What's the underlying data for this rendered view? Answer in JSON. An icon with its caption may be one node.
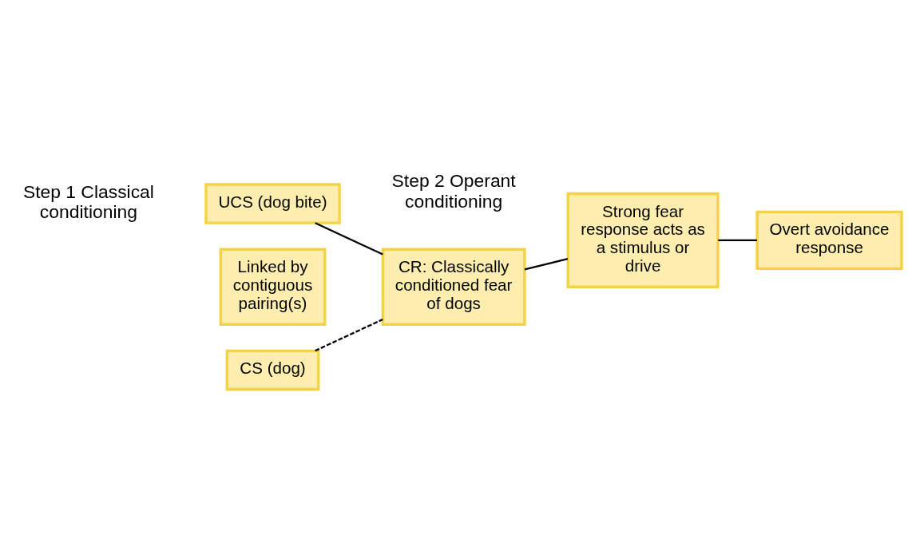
{
  "diagram": {
    "nodes": [
      {
        "text": [
          "UCS (dog bite)"
        ]
      },
      {
        "text": [
          "Linked by contiguous pairing(s)"
        ]
      },
      {
        "text": [
          "CS (dog)"
        ]
      },
      {
        "text": [
          "CR: Classically conditioned fear of dogs"
        ]
      },
      {
        "text": [
          "Strong fear response acts as a stimulus or drive"
        ]
      },
      {
        "text": [
          "Overt avoidance response"
        ]
      }
    ],
    "edges": [
      {
        "from": 0,
        "to": 3,
        "arrow": "none"
      },
      {
        "from": 2,
        "to": 3,
        "arrow": "none",
        "style": "dashed"
      },
      {
        "from": 3,
        "to": 4,
        "arrow": "none"
      },
      {
        "from": 4,
        "to": 5,
        "arrow": "none"
      }
    ],
    "labels": [
      "Step 1 Classical conditioning",
      "Step 2 Operant conditioning"
    ]
  }
}
